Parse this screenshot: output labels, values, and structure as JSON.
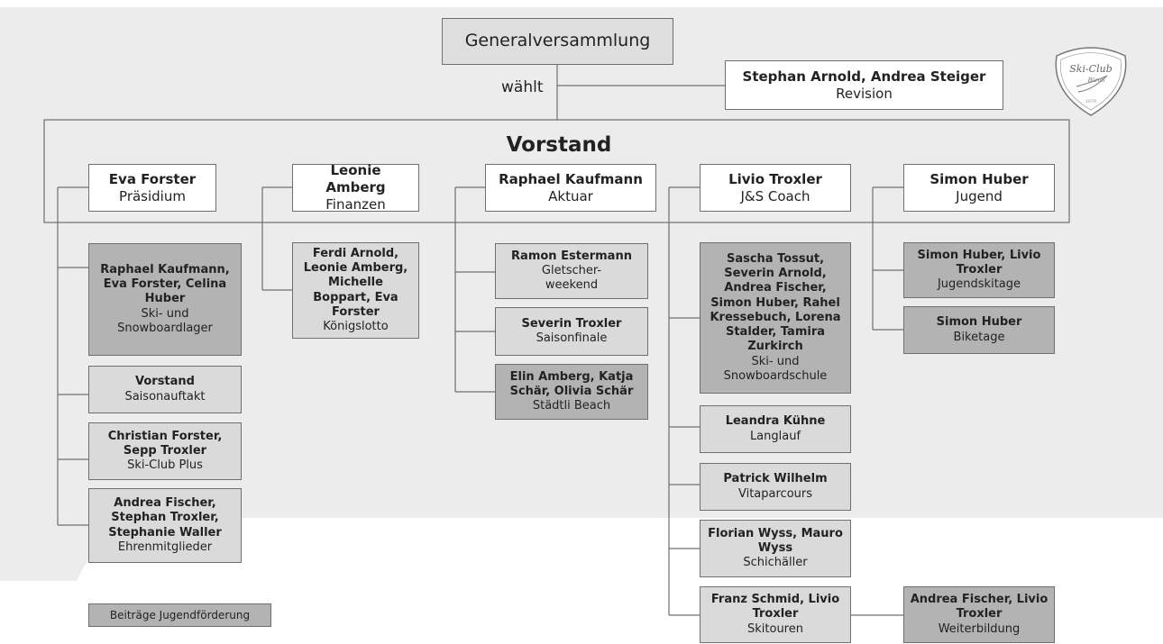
{
  "general_assembly": "Generalversammlung",
  "elects": "wählt",
  "revision": {
    "name": "Stephan Arnold, Andrea Steiger",
    "role": "Revision"
  },
  "board_title": "Vorstand",
  "board": [
    {
      "name": "Eva Forster",
      "role": "Präsidium"
    },
    {
      "name": "Leonie Amberg",
      "role": "Finanzen"
    },
    {
      "name": "Raphael Kaufmann",
      "role": "Aktuar"
    },
    {
      "name": "Livio Troxler",
      "role": "J&S Coach"
    },
    {
      "name": "Simon Huber",
      "role": "Jugend"
    }
  ],
  "presidium_units": [
    {
      "name": "Raphael Kaufmann, Eva Forster, Celina Huber",
      "role": "Ski- und Snowboardlager"
    },
    {
      "name": "Vorstand",
      "role": "Saisonauftakt"
    },
    {
      "name": "Christian Forster, Sepp Troxler",
      "role": "Ski-Club Plus"
    },
    {
      "name": "Andrea Fischer, Stephan Troxler, Stephanie Waller",
      "role": "Ehrenmitglieder"
    }
  ],
  "finance_units": [
    {
      "name": "Ferdi Arnold, Leonie Amberg, Michelle Boppart, Eva Forster",
      "role": "Königslotto"
    }
  ],
  "actuary_units": [
    {
      "name": "Ramon Estermann",
      "role": "Gletscher-weekend"
    },
    {
      "name": "Severin Troxler",
      "role": "Saisonfinale"
    },
    {
      "name": "Elin Amberg, Katja Schär, Olivia Schär",
      "role": "Städtli Beach"
    }
  ],
  "coach_units": [
    {
      "name": "Sascha Tossut, Severin Arnold, Andrea Fischer, Simon Huber, Rahel Kressebuch, Lorena Stalder, Tamira Zurkirch",
      "role": "Ski- und Snowboardschule"
    },
    {
      "name": "Leandra Kühne",
      "role": "Langlauf"
    },
    {
      "name": "Patrick Wilhelm",
      "role": "Vitaparcours"
    },
    {
      "name": "Florian Wyss, Mauro Wyss",
      "role": "Schichäller"
    },
    {
      "name": "Franz Schmid, Livio Troxler",
      "role": "Skitouren"
    }
  ],
  "skitour_sub": {
    "name": "Andrea Fischer, Livio Troxler",
    "role": "Weiterbildung"
  },
  "youth_units": [
    {
      "name": "Simon Huber, Livio Troxler",
      "role": "Jugendskitage"
    },
    {
      "name": "Simon Huber",
      "role": "Biketage"
    }
  ],
  "legend": "Beiträge Jugendförderung",
  "logo": {
    "line1": "Ski-Club",
    "line2": "Büron",
    "year": "1970"
  },
  "colors": {
    "background_shape": "#ececec",
    "box_mid": "#dadada",
    "box_dark": "#b3b3b3",
    "border": "#6f6f6f"
  }
}
